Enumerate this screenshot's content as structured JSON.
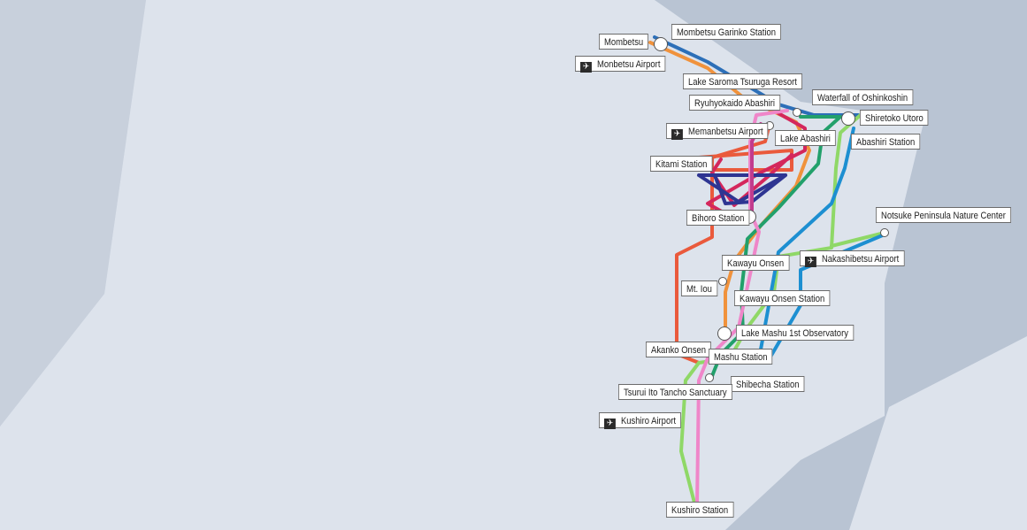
{
  "colors": {
    "sea": "#b9c4d3",
    "land": "#dde3ec",
    "route_blue": "#2c6fb8",
    "route_orange": "#f0923c",
    "route_red": "#ea5a3c",
    "route_crimson": "#d4275c",
    "route_navy": "#2e3592",
    "route_green": "#22a06b",
    "route_light_green": "#8fd867",
    "route_cyan": "#1d8fd1",
    "route_pink": "#ef86c9",
    "route_magenta": "#c23c8e"
  },
  "labels": {
    "mombetsu_garinko": "Mombetsu Garinko Station",
    "mombetsu": "Mombetsu",
    "mombetsu_airport": "Monbetsu Airport",
    "lake_saroma": "Lake Saroma Tsuruga Resort",
    "waterfall": "Waterfall of Oshinkoshin",
    "ryuhyokaido": "Ryuhyokaido Abashiri",
    "shiretoko": "Shiretoko Utoro",
    "memanbetsu": "Memanbetsu Airport",
    "lake_abashiri": "Lake Abashiri",
    "abashiri_station": "Abashiri Station",
    "kitami": "Kitami Station",
    "bihoro": "Bihoro Station",
    "notsuke": "Notsuke Peninsula Nature Center",
    "kawayu_onsen": "Kawayu Onsen",
    "nakashibetsu": "Nakashibetsu Airport",
    "mt_iou": "Mt. Iou",
    "kawayu_station": "Kawayu Onsen Station",
    "lake_mashu": "Lake Mashu 1st Observatory",
    "akanko": "Akanko Onsen",
    "mashu_station": "Mashu Station",
    "shibecha": "Shibecha Station",
    "tsurui": "Tsurui Ito Tancho Sanctuary",
    "kushiro_airport": "Kushiro Airport",
    "kushiro_station": "Kushiro Station"
  },
  "icons": {
    "airport": "airplane-icon"
  }
}
